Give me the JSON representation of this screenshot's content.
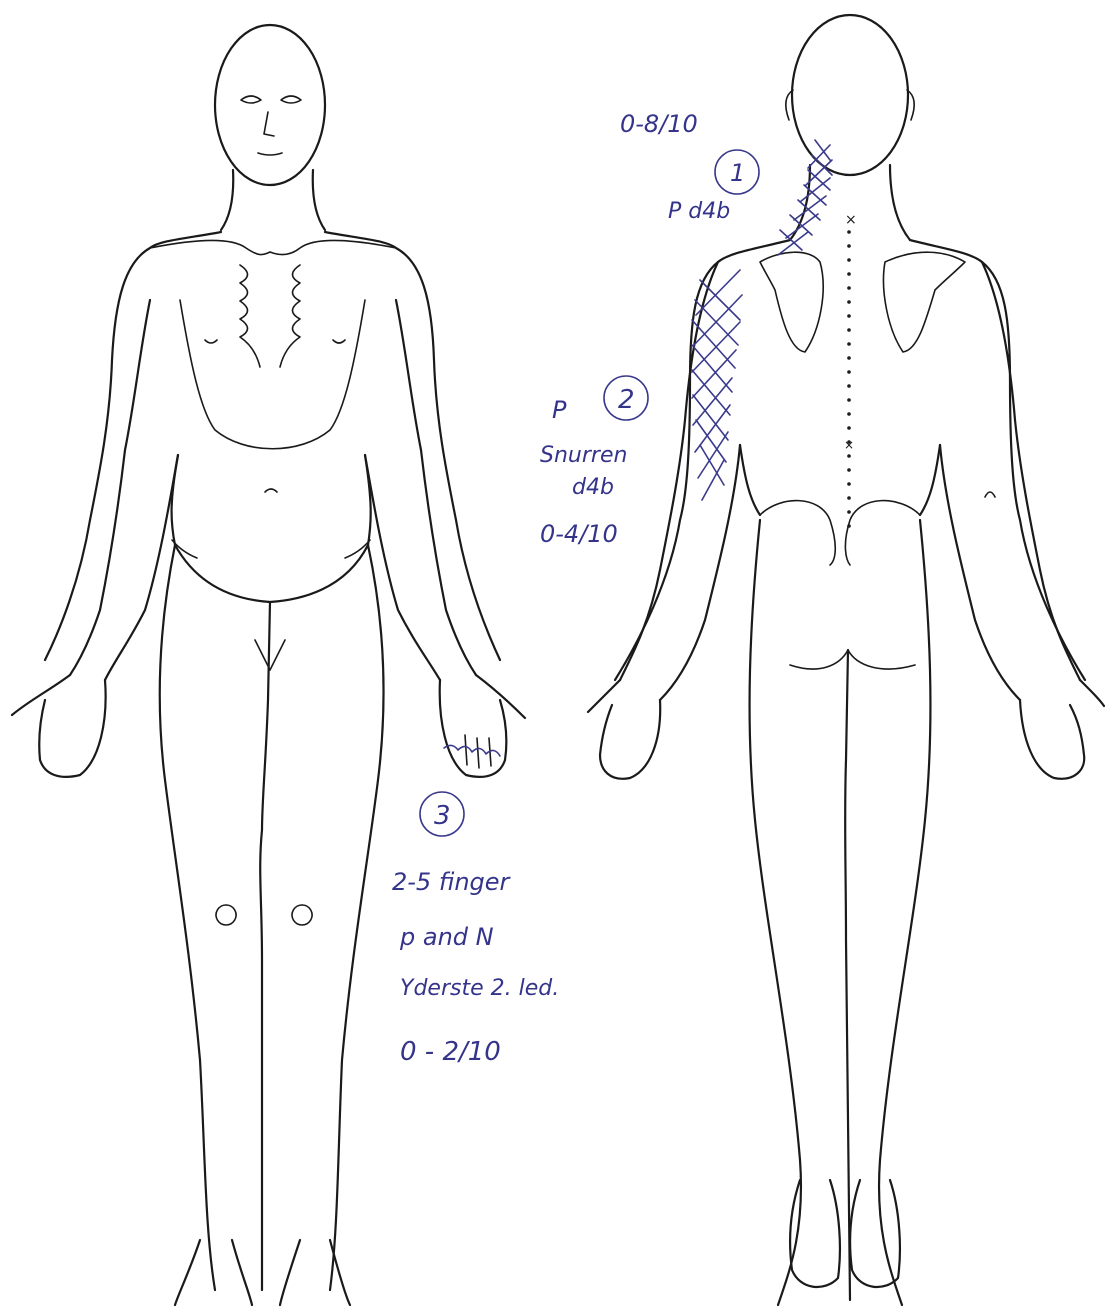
{
  "annotations": {
    "area1": {
      "number": "1",
      "type": "P d4b",
      "intensity": "0-8/10"
    },
    "area2": {
      "number": "2",
      "type": "P",
      "quality": "Snurren",
      "depth": "d4b",
      "intensity": "0-4/10"
    },
    "area3": {
      "number": "3",
      "location": "2-5 finger",
      "type": "p and N",
      "detail": "Yderste 2. led.",
      "intensity": "0 - 2/10"
    }
  },
  "colors": {
    "outline": "#1a1a1a",
    "ink": "#3a3a8c"
  }
}
